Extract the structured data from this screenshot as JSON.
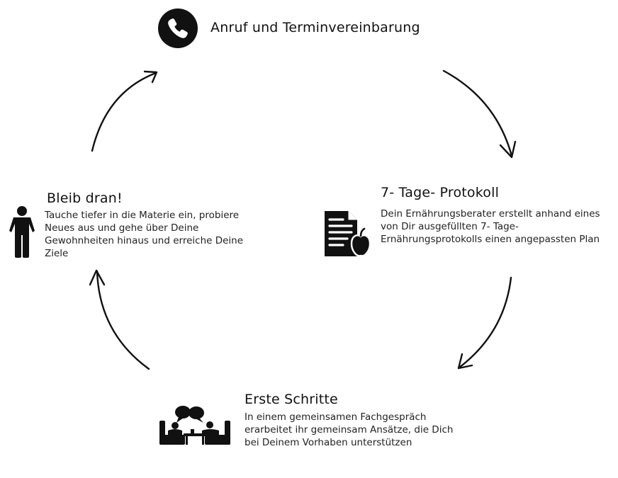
{
  "steps": {
    "call": {
      "title": "Anruf und Terminvereinbarung",
      "icon": "phone-icon"
    },
    "protocol": {
      "title": "7- Tage- Protokoll",
      "desc": [
        "Dein Ernährungsberater erstellt anhand eines",
        "von Dir ausgefüllten 7- Tage-",
        "Ernährungsprotokolls einen angepassten Plan"
      ],
      "icon": "document-apple-icon"
    },
    "first_steps": {
      "title": "Erste Schritte",
      "desc": [
        "In einem gemeinsamen Fachgespräch",
        "erarbeitet ihr gemeinsam Ansätze, die Dich",
        "bei Deinem Vorhaben unterstützen"
      ],
      "icon": "meeting-icon"
    },
    "stay": {
      "title": "Bleib dran!",
      "desc": [
        "Tauche tiefer in die Materie ein, probiere",
        "Neues aus und gehe über Deine",
        "Gewohnheiten hinaus und erreiche Deine",
        "Ziele"
      ],
      "icon": "person-icon"
    }
  },
  "colors": {
    "ink": "#111111",
    "background": "#ffffff"
  }
}
